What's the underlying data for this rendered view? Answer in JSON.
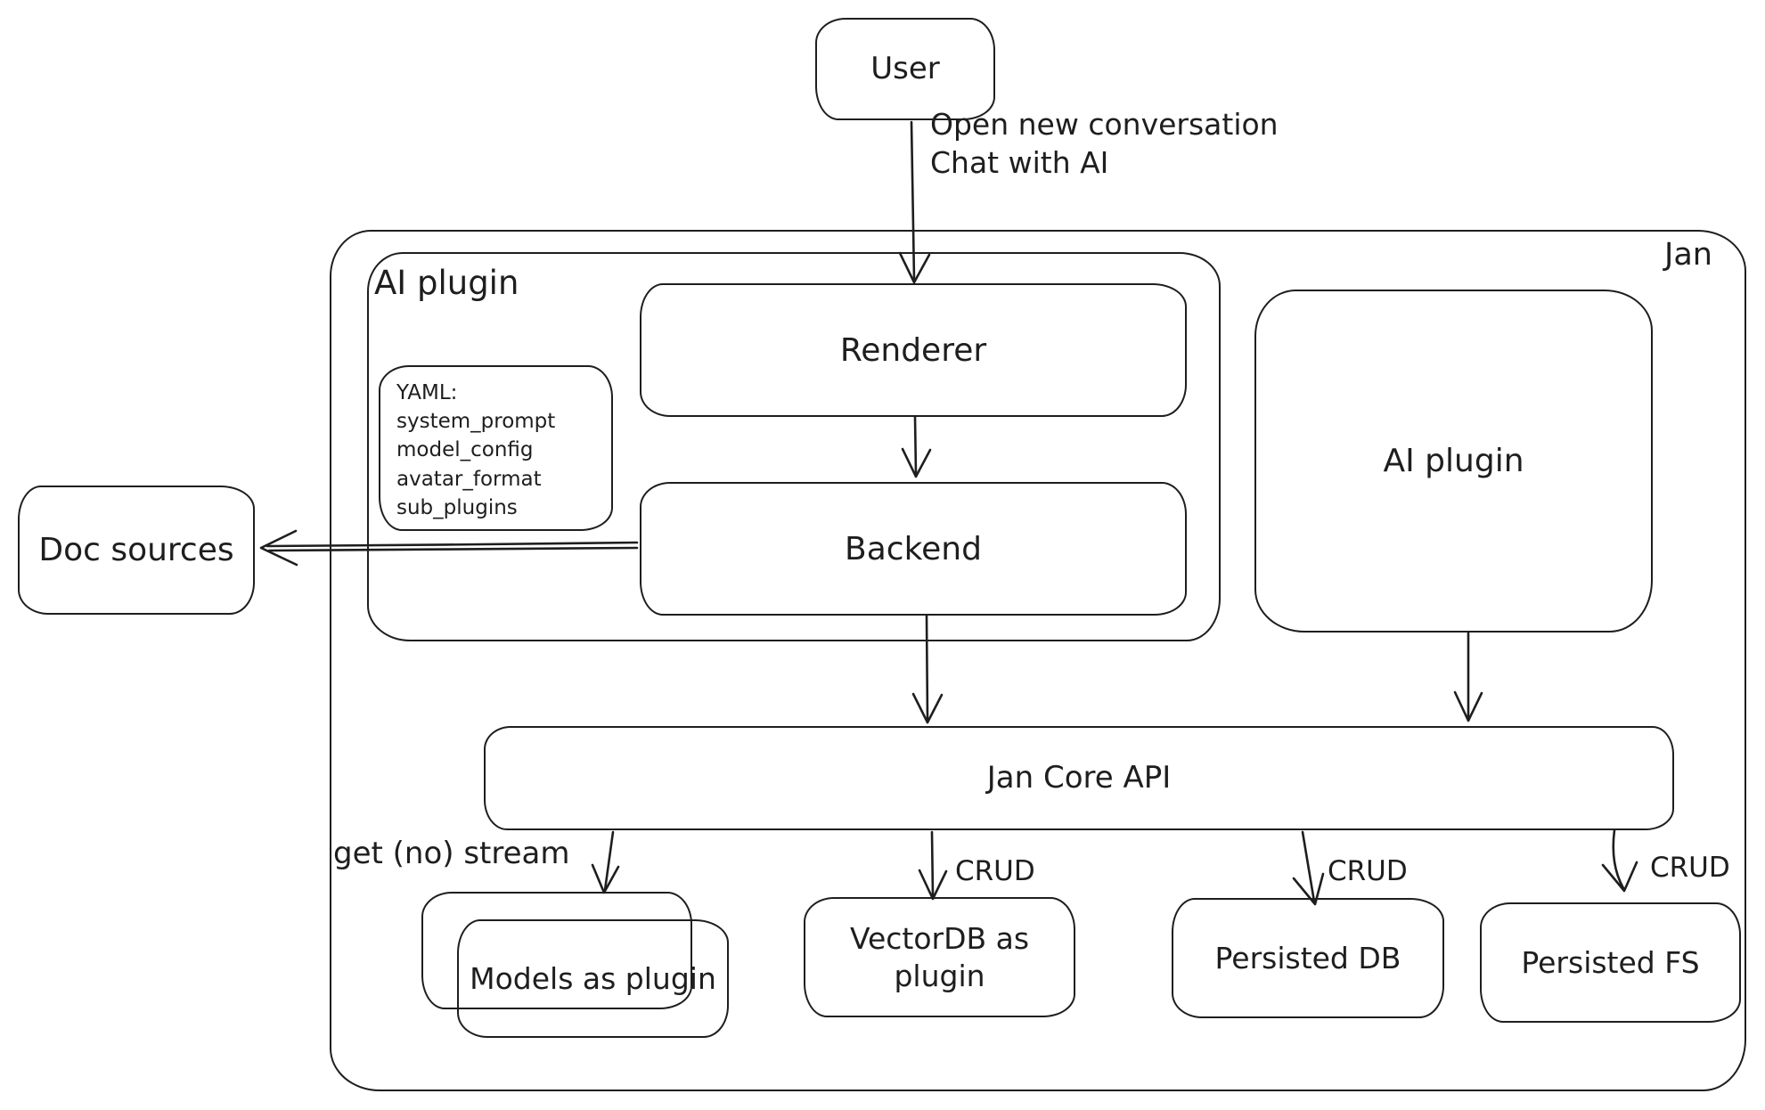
{
  "canvas": {
    "background": "#ffffff",
    "stroke_color": "#1e1e1e"
  },
  "nodes": {
    "user": {
      "label": "User"
    },
    "jan_container": {
      "label": "Jan"
    },
    "ai_plugin_group": {
      "label": "AI plugin"
    },
    "renderer": {
      "label": "Renderer"
    },
    "yaml_note": {
      "lines": [
        "YAML:",
        "system_prompt",
        "model_config",
        "avatar_format",
        "sub_plugins"
      ]
    },
    "backend": {
      "label": "Backend"
    },
    "ai_plugin_right": {
      "label": "AI plugin"
    },
    "doc_sources": {
      "label": "Doc sources"
    },
    "jan_core_api": {
      "label": "Jan Core API"
    },
    "models_as_plugin": {
      "label": "Models as plugin"
    },
    "vectordb_as_plugin": {
      "label": "VectorDB as plugin"
    },
    "persisted_db": {
      "label": "Persisted DB"
    },
    "persisted_fs": {
      "label": "Persisted FS"
    }
  },
  "edge_labels": {
    "user_to_renderer_line1": "Open new conversation",
    "user_to_renderer_line2": "Chat with AI",
    "core_to_models": "get (no) stream",
    "core_to_vectordb": "CRUD",
    "core_to_persisted_db": "CRUD",
    "core_to_persisted_fs": "CRUD"
  }
}
